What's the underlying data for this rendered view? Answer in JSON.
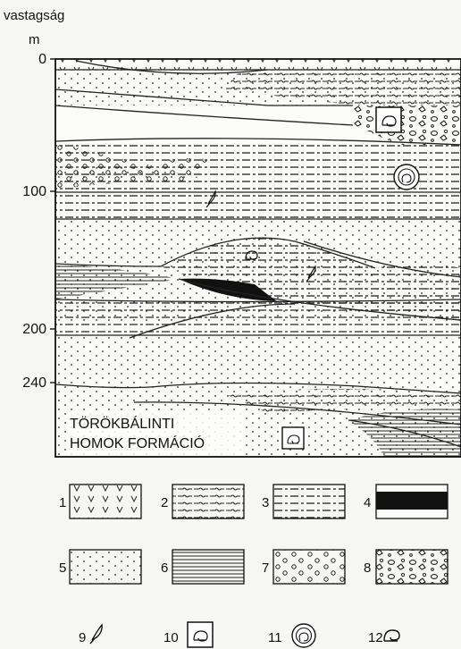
{
  "axis": {
    "title": "vastagság",
    "unit": "m",
    "ticks": [
      "0",
      "100",
      "200",
      "240"
    ]
  },
  "formation_label": {
    "line1": "TÖRÖKBÁLINTI",
    "line2": "HOMOK FORMÁCIÓ"
  },
  "legend": [
    {
      "num": "1",
      "icon": "v-pattern"
    },
    {
      "num": "2",
      "icon": "wavy-dash-lines"
    },
    {
      "num": "3",
      "icon": "dash-lines"
    },
    {
      "num": "4",
      "icon": "black-band"
    },
    {
      "num": "5",
      "icon": "dots"
    },
    {
      "num": "6",
      "icon": "horizontal-lines"
    },
    {
      "num": "7",
      "icon": "circles"
    },
    {
      "num": "8",
      "icon": "conglomerate"
    },
    {
      "num": "9",
      "icon": "leaf-icon"
    },
    {
      "num": "10",
      "icon": "boxed-snail-icon"
    },
    {
      "num": "11",
      "icon": "ammonite-icon"
    },
    {
      "num": "12",
      "icon": "snail-icon"
    }
  ]
}
